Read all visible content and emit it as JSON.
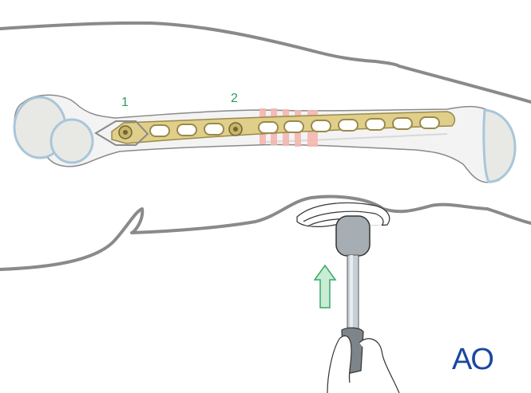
{
  "figure": {
    "subject": "Femur with long plate fixation, bone reduction using a push-pull mallet from below",
    "labels": [
      {
        "id": "1",
        "text": "1"
      },
      {
        "id": "2",
        "text": "2"
      }
    ],
    "logo": "AO",
    "colors": {
      "outline": "#8a8a8a",
      "bone_fill": "#f3f3f3",
      "cartilage": "#a9c6da",
      "plate": "#e0cf8a",
      "plate_edge": "#9a8a4a",
      "fracture_zone": "#f5b7b0",
      "arrow_fill": "#c9ecd4",
      "arrow_stroke": "#3aa86a",
      "instrument": "#a6adb3",
      "label_green": "#2e9b5a",
      "logo_blue": "#1a47a0"
    },
    "plate_holes_count": 11,
    "arrow_direction": "up"
  }
}
